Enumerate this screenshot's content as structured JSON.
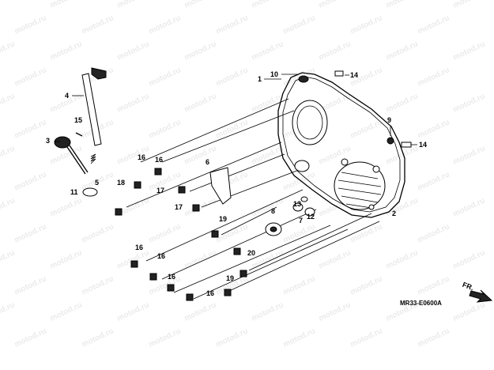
{
  "watermark_text": "motod.ru",
  "callouts": [
    "1",
    "2",
    "3",
    "4",
    "5",
    "6",
    "7",
    "8",
    "9",
    "10",
    "11",
    "12",
    "13",
    "14",
    "14",
    "15",
    "16",
    "16",
    "16",
    "16",
    "16",
    "16",
    "17",
    "17",
    "18",
    "19",
    "19",
    "20"
  ],
  "diagram_code": "MR33-E0600A",
  "direction_label": "FR."
}
